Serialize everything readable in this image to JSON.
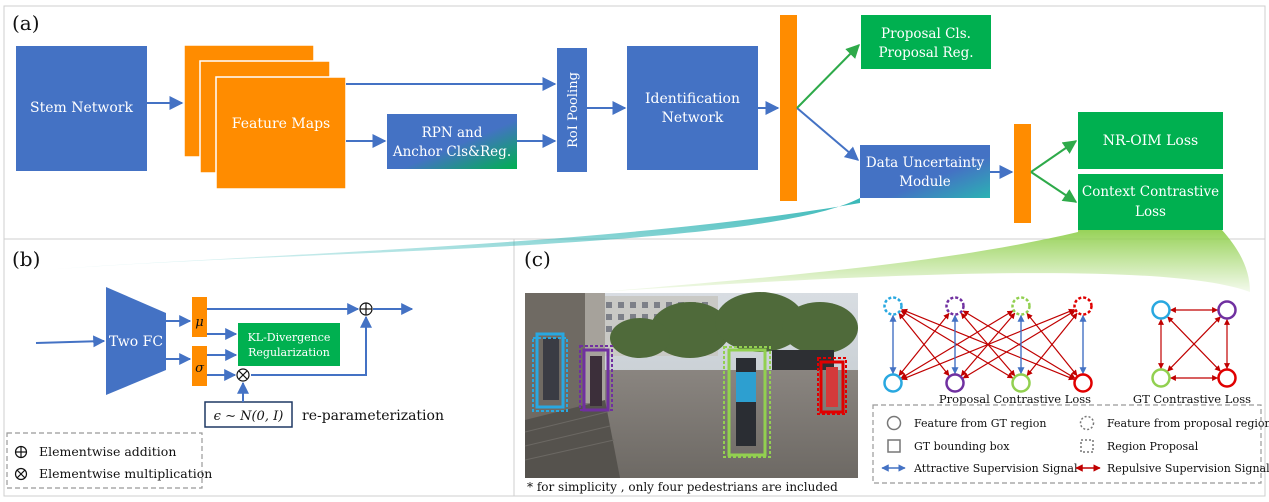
{
  "colors": {
    "blue": "#4472C4",
    "orange": "#FF8C00",
    "green": "#00B050",
    "teal": "#2BB3B3",
    "lightgreen": "#92D050",
    "red": "#C00000",
    "arrow_blue": "#4472C4",
    "arrow_green": "#2EAA4A"
  },
  "panel_a": {
    "label": "(a)",
    "stem": "Stem Network",
    "feature_maps": "Feature Maps",
    "rpn_line1": "RPN and",
    "rpn_line2": "Anchor Cls&Reg.",
    "roi_pooling": "RoI Pooling",
    "identification_line1": "Identification",
    "identification_line2": "Network",
    "proposal_line1": "Proposal Cls.",
    "proposal_line2": "Proposal Reg.",
    "uncertainty_line1": "Data Uncertainty",
    "uncertainty_line2": "Module",
    "nr_oim": "NR-OIM Loss",
    "context_line1": "Context Contrastive",
    "context_line2": "Loss"
  },
  "panel_b": {
    "label": "(b)",
    "two_fc": "Two FC",
    "mu": "μ",
    "sigma": "σ",
    "kl_line1": "KL-Divergence",
    "kl_line2": "Regularization",
    "epsilon": "ϵ ∼ N(0, I)",
    "reparam": "re-parameterization",
    "legend_add": "Elementwise addition",
    "legend_mul": "Elementwise multiplication"
  },
  "panel_c": {
    "label": "(c)",
    "footnote": "* for simplicity , only four pedestrians are included",
    "proposal_contrastive": "Proposal  Contrastive Loss",
    "gt_contrastive": "GT Contrastive Loss",
    "legend": {
      "gt_region": "Feature from GT region",
      "proposal_region": "Feature from proposal region",
      "gt_box": "GT bounding box",
      "region_proposal": "Region Proposal",
      "attractive": "Attractive Supervision Signal",
      "repulsive": "Repulsive Supervision Signal"
    },
    "node_colors": [
      "#29A8E0",
      "#7030A0",
      "#92D050",
      "#E00000"
    ]
  }
}
